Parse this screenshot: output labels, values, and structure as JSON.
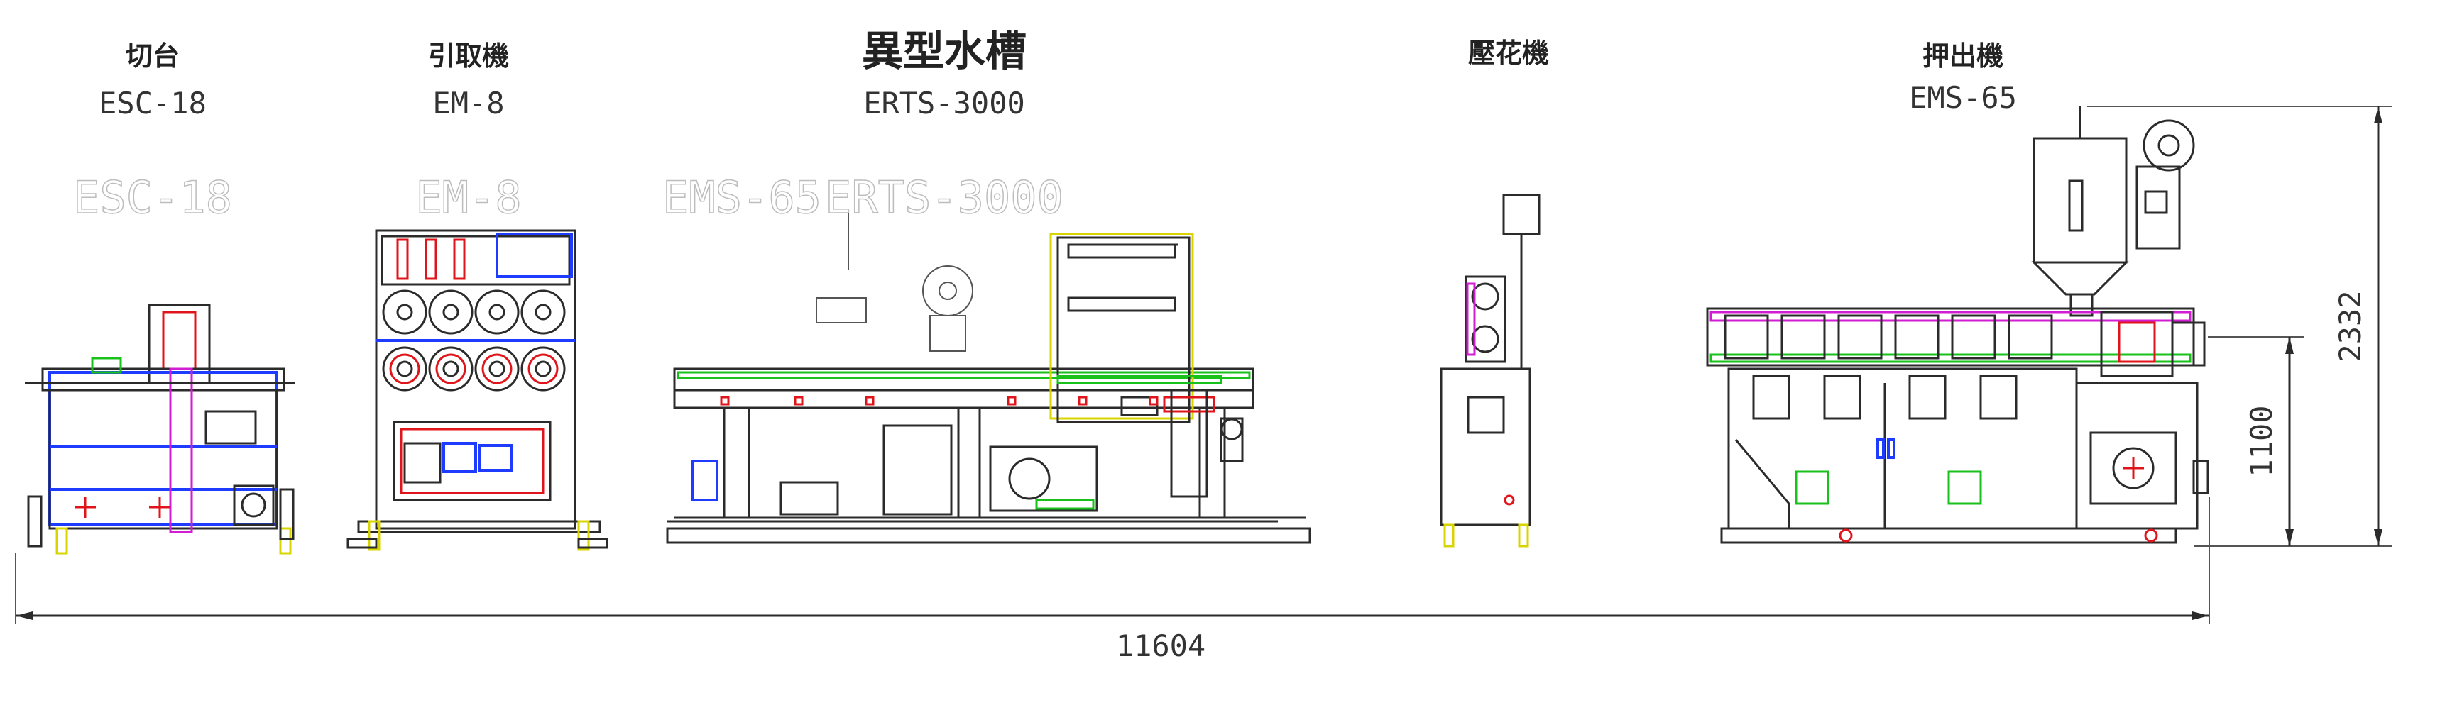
{
  "machines": [
    {
      "title": "切台",
      "model": "ESC-18"
    },
    {
      "title": "引取機",
      "model": "EM-8"
    },
    {
      "title": "異型水槽",
      "model": "ERTS-3000"
    },
    {
      "title": "壓花機",
      "model": ""
    },
    {
      "title": "押出機",
      "model": "EMS-65"
    }
  ],
  "dimensions": {
    "total_length": "11604",
    "total_height": "2332",
    "center_height": "1100"
  },
  "colors": {
    "line": "#2b2b2b",
    "blue": "#1e3cff",
    "red": "#e0151b",
    "green": "#18c21b",
    "yellow": "#d8d400",
    "magenta": "#d21ed2"
  }
}
